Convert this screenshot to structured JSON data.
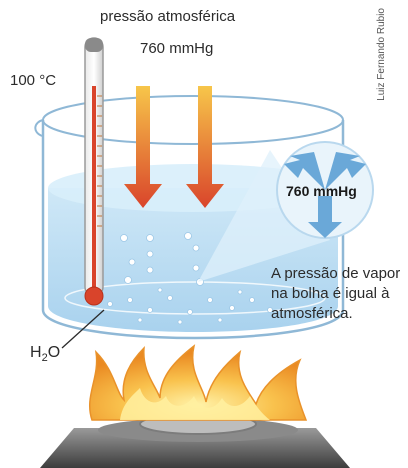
{
  "labels": {
    "pressure_title": "pressão atmosférica",
    "pressure_value": "760 mmHg",
    "temperature": "100 °C",
    "credit": "Luiz Fernando Rubio",
    "bubble_pressure": "760 mmHg",
    "explanation": "A pressão de vapor na bolha é igual à atmosférica.",
    "water_symbol": "H",
    "water_subscript": "2",
    "water_suffix": "O"
  },
  "colors": {
    "water": "#bfe0f4",
    "beaker_outline": "#8fb8d6",
    "arrow_top": "#f3b63a",
    "arrow_bottom": "#d9442b",
    "bubble_arrows": "#6aa8d8",
    "flame_outer": "#f4a637",
    "flame_inner": "#ffe37a",
    "burner": "#6e6e6e"
  },
  "icons": [
    "thermometer-icon",
    "downward-arrow-icon",
    "burner-flame-icon",
    "burner-icon",
    "pressure-arrows-icon"
  ]
}
